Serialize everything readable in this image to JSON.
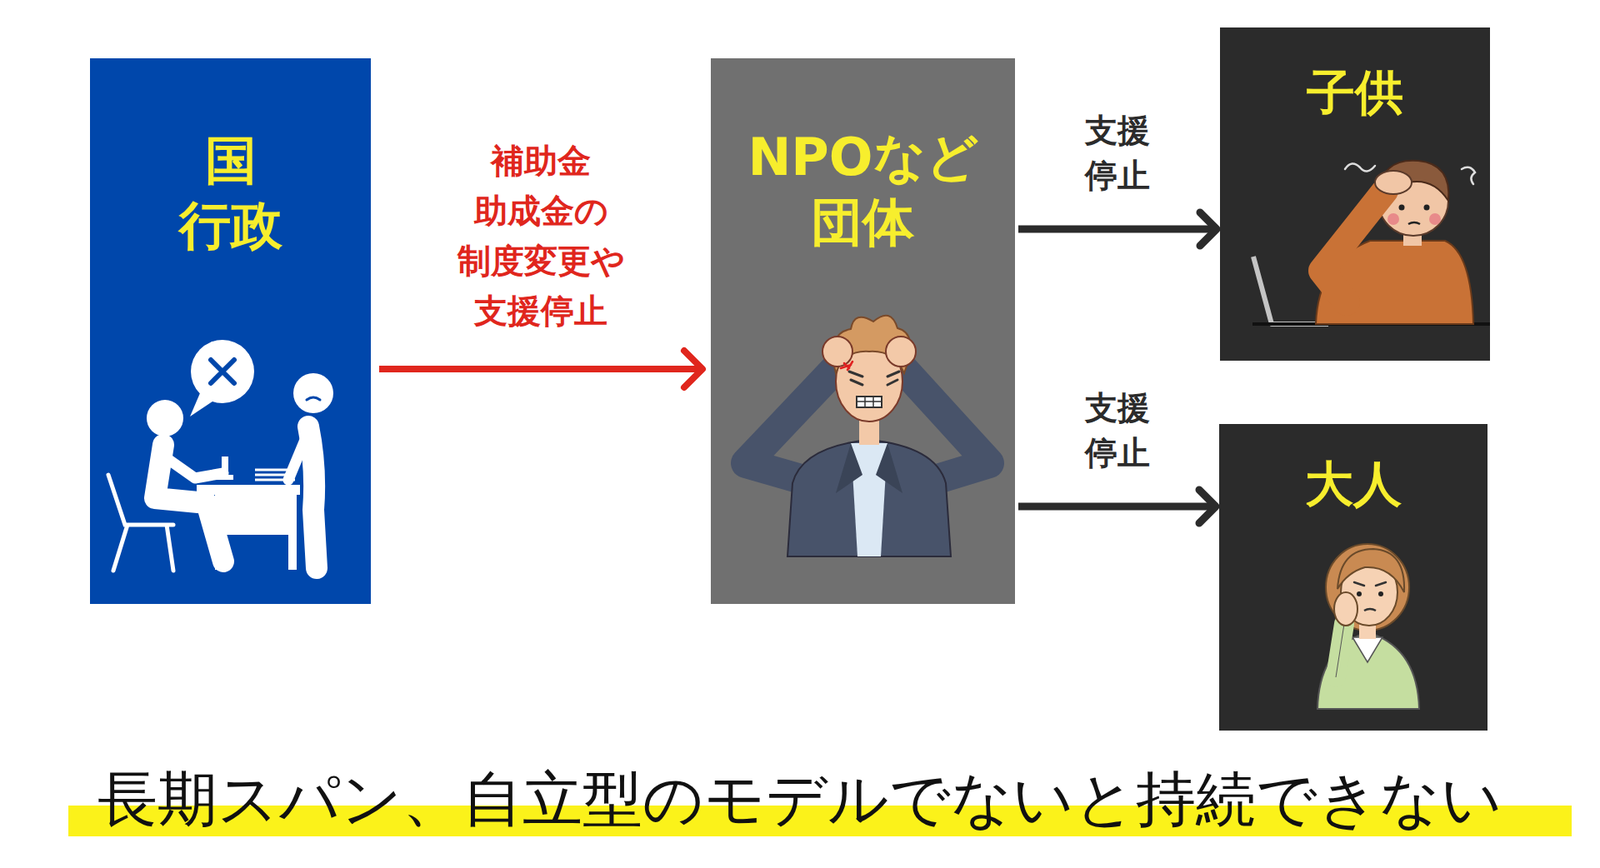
{
  "diagram": {
    "caption": "長期スパン、自立型のモデルでないと持続できない",
    "nodes": [
      {
        "text": [
          "国 行政"
        ]
      },
      {
        "text": [
          "NPOなど 団体"
        ]
      },
      {
        "text": [
          "子供"
        ]
      },
      {
        "text": [
          "大人"
        ]
      }
    ],
    "edges": [
      {
        "from": 0,
        "to": 1,
        "arrow": "to",
        "label": "補助金 助成金の 制度変更や 支援停止"
      },
      {
        "from": 1,
        "to": 2,
        "arrow": "to",
        "label": "支援 停止"
      },
      {
        "from": 1,
        "to": 3,
        "arrow": "to",
        "label": "支援 停止"
      }
    ]
  }
}
